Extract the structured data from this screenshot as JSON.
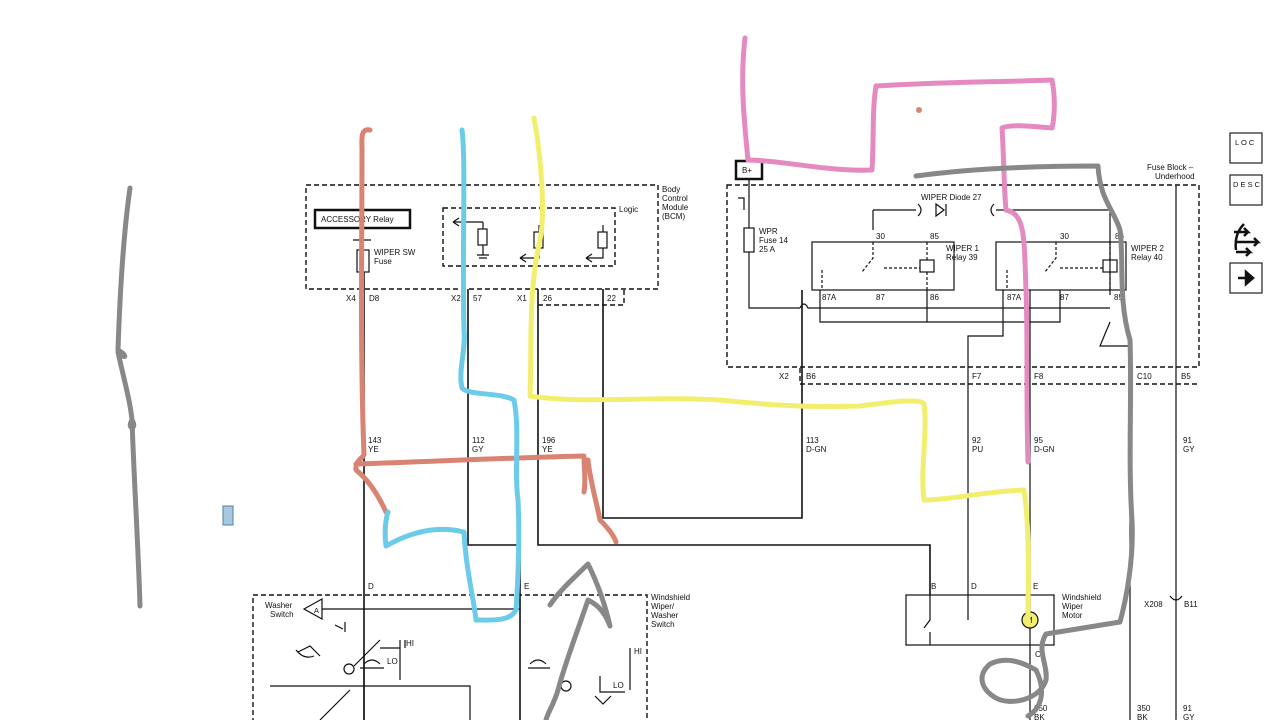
{
  "modules": {
    "bcm": {
      "label_lines": [
        "Body",
        "Control",
        "Module",
        "(BCM)"
      ],
      "logic": "Logic"
    },
    "accessory_relay": "ACCESSORY Relay",
    "wiper_sw_fuse_lines": [
      "WIPER SW",
      "Fuse"
    ],
    "fuse_block_lines": [
      "Fuse Block –",
      "Underhood"
    ],
    "b_plus": "B+",
    "wiper_diode": "WIPER Diode 27",
    "wpr_fuse_lines": [
      "WPR",
      "Fuse 14",
      "25 A"
    ],
    "wiper1_relay_lines": [
      "WIPER 1",
      "Relay 39"
    ],
    "wiper2_relay_lines": [
      "WIPER 2",
      "Relay 40"
    ],
    "relay_pins": {
      "r1": {
        "p30": "30",
        "p85": "85",
        "p87a": "87A",
        "p87": "87",
        "p86": "86"
      },
      "r2": {
        "p30": "30",
        "p86top": "86",
        "p87a": "87A",
        "p87": "87",
        "p85": "85"
      }
    },
    "washer_switch_lines": [
      "Washer",
      "Switch"
    ],
    "washer_switch_pin": "A",
    "ww_switch_lines": [
      "Windshield",
      "Wiper/",
      "Washer",
      "Switch"
    ],
    "wiper_motor_lines": [
      "Windshield",
      "Wiper",
      "Motor"
    ],
    "motor_symbol": "M",
    "switch_hi": "HI",
    "switch_lo": "LO"
  },
  "connectors": {
    "bcm": [
      {
        "conn": "X4",
        "pin": "D8"
      },
      {
        "conn": "X2",
        "pin": "57"
      },
      {
        "conn": "X1",
        "pin": "26"
      },
      {
        "conn": "",
        "pin": "22"
      }
    ],
    "fuse_block": [
      {
        "conn": "X2",
        "pin": "B6"
      },
      {
        "conn": "",
        "pin": "F7"
      },
      {
        "conn": "",
        "pin": "F8"
      },
      {
        "conn": "",
        "pin": "C10"
      },
      {
        "conn": "",
        "pin": "B5"
      }
    ],
    "switch_pins": [
      "D",
      "E"
    ],
    "motor_pins": [
      "B",
      "D",
      "E",
      "C"
    ],
    "x208": "X208",
    "b11": "B11"
  },
  "wires": [
    {
      "circuit": "143",
      "color": "YE"
    },
    {
      "circuit": "112",
      "color": "GY"
    },
    {
      "circuit": "196",
      "color": "YE"
    },
    {
      "circuit": "113",
      "color": "D-GN"
    },
    {
      "circuit": "92",
      "color": "PU"
    },
    {
      "circuit": "95",
      "color": "D-GN"
    },
    {
      "circuit": "91",
      "color": "GY"
    },
    {
      "circuit": "350",
      "color": "BK"
    },
    {
      "circuit": "91",
      "color": "GY"
    },
    {
      "circuit": "350",
      "color": "BK"
    }
  ],
  "nav": {
    "loc": "L O C",
    "desc": "D E S C",
    "route_icon": "route-arrows-icon",
    "next_icon": "arrow-right-icon"
  },
  "annotation_colors": {
    "salmon": "#d98472",
    "cyan": "#6ccbe8",
    "yellow": "#f3ef6e",
    "pink": "#e48ac0",
    "gray": "#888888"
  }
}
